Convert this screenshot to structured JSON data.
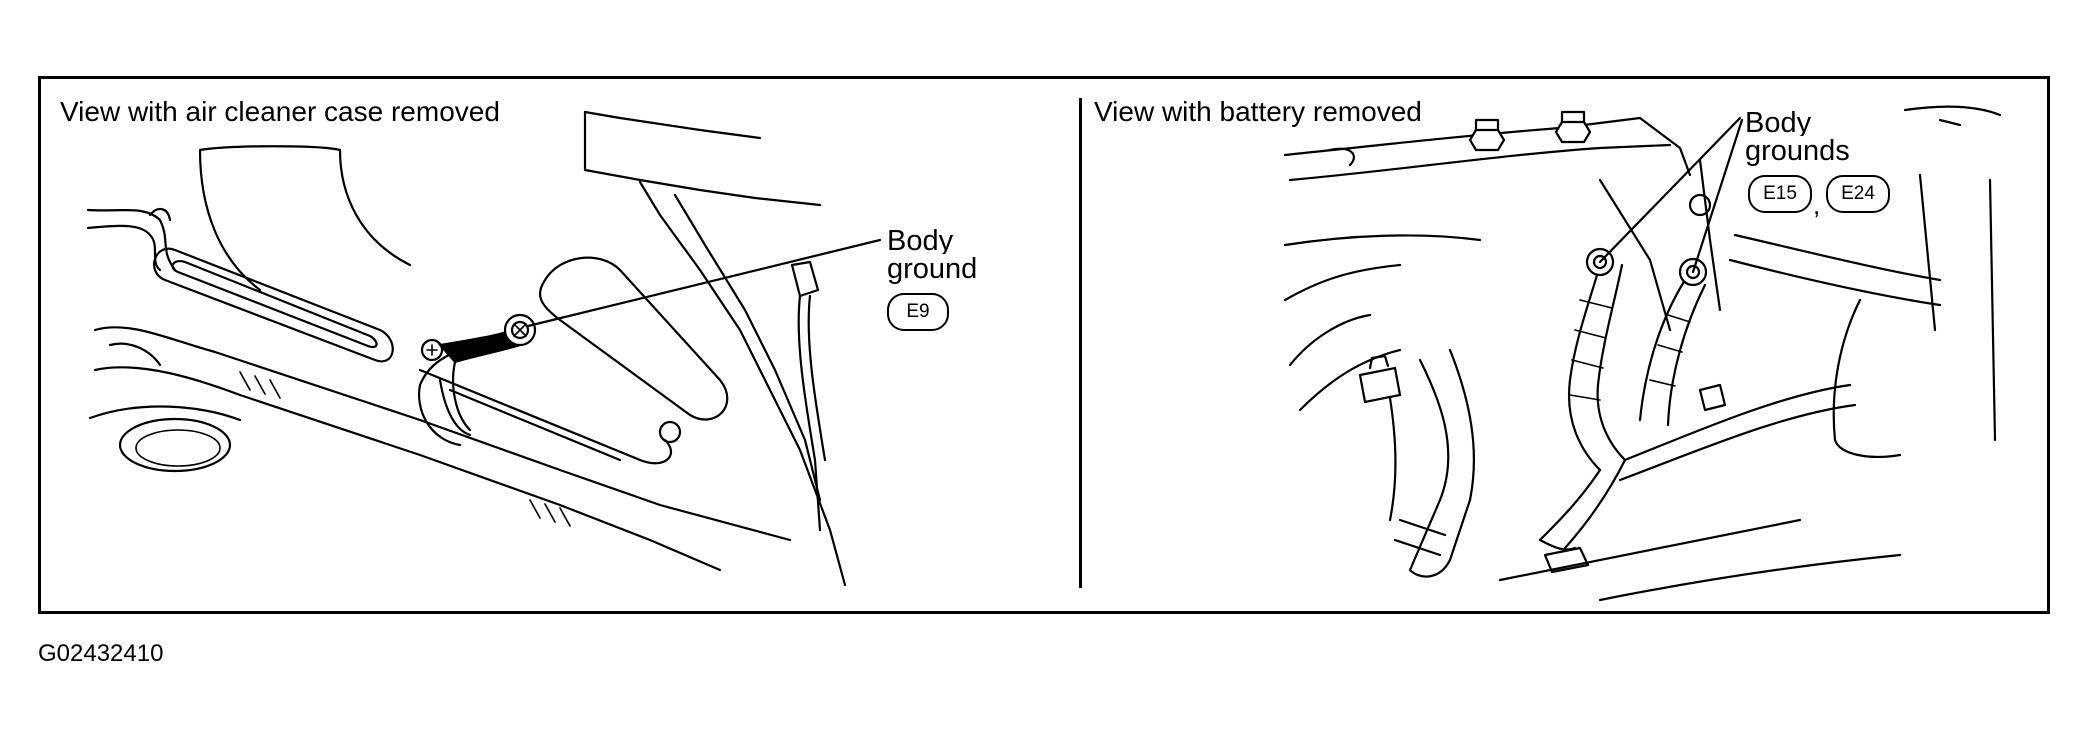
{
  "left_panel": {
    "caption": "View with air cleaner case removed",
    "callout": {
      "line1": "Body",
      "line2": "ground",
      "codes": [
        "E9"
      ]
    }
  },
  "right_panel": {
    "caption": "View with battery removed",
    "callout": {
      "line1": "Body",
      "line2": "grounds",
      "codes": [
        "E15",
        "E24"
      ],
      "separator": ","
    }
  },
  "figure_id": "G02432410"
}
